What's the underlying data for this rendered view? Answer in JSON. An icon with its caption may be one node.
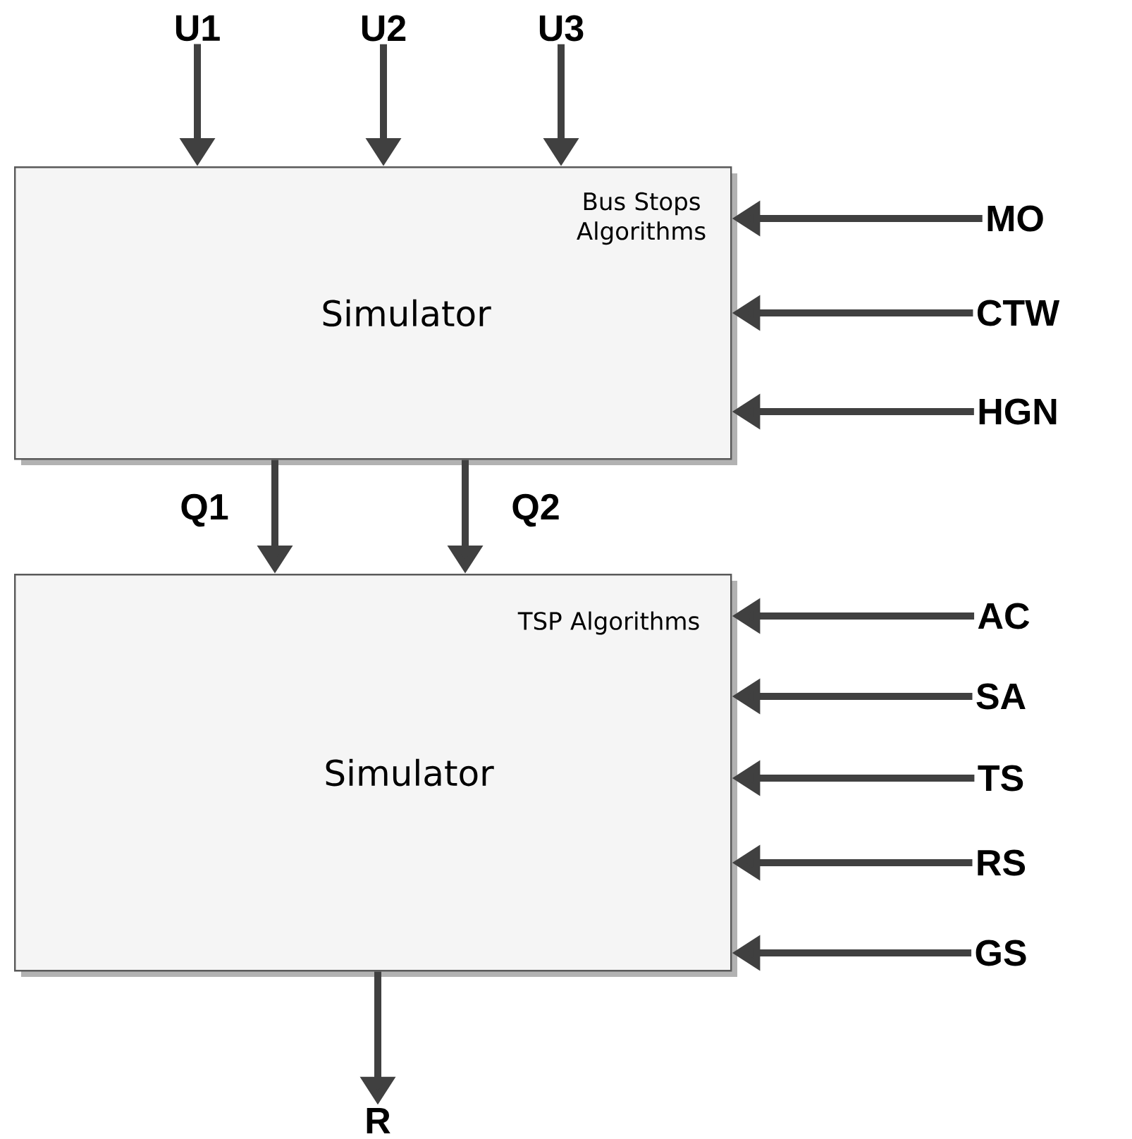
{
  "diagram": {
    "nodes": [
      {
        "text": [
          "U1"
        ]
      },
      {
        "text": [
          "U2"
        ]
      },
      {
        "text": [
          "U3"
        ]
      },
      {
        "text": [
          "Bus Stops Algorithms",
          "Simulator"
        ]
      },
      {
        "text": [
          "MO"
        ]
      },
      {
        "text": [
          "CTW"
        ]
      },
      {
        "text": [
          "HGN"
        ]
      },
      {
        "text": [
          "TSP Algorithms",
          "Simulator"
        ]
      },
      {
        "text": [
          "AC"
        ]
      },
      {
        "text": [
          "SA"
        ]
      },
      {
        "text": [
          "TS"
        ]
      },
      {
        "text": [
          "RS"
        ]
      },
      {
        "text": [
          "GS"
        ]
      },
      {
        "text": [
          "R"
        ]
      }
    ],
    "edges": [
      {
        "from": 0,
        "to": 3,
        "arrow": "to"
      },
      {
        "from": 1,
        "to": 3,
        "arrow": "to"
      },
      {
        "from": 2,
        "to": 3,
        "arrow": "to"
      },
      {
        "from": 4,
        "to": 3,
        "arrow": "to"
      },
      {
        "from": 5,
        "to": 3,
        "arrow": "to"
      },
      {
        "from": 6,
        "to": 3,
        "arrow": "to"
      },
      {
        "from": 3,
        "to": 7,
        "label": "Q1",
        "arrow": "to"
      },
      {
        "from": 3,
        "to": 7,
        "label": "Q2",
        "arrow": "to"
      },
      {
        "from": 8,
        "to": 7,
        "arrow": "to"
      },
      {
        "from": 9,
        "to": 7,
        "arrow": "to"
      },
      {
        "from": 10,
        "to": 7,
        "arrow": "to"
      },
      {
        "from": 11,
        "to": 7,
        "arrow": "to"
      },
      {
        "from": 12,
        "to": 7,
        "arrow": "to"
      },
      {
        "from": 7,
        "to": 13,
        "arrow": "to"
      }
    ]
  }
}
